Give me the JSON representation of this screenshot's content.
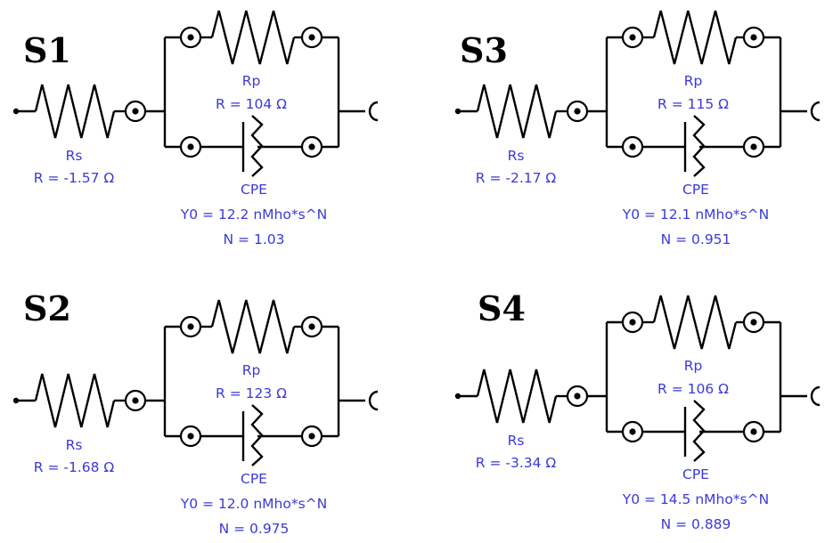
{
  "circuits": [
    {
      "title": "S1",
      "rs_name": "Rs",
      "rs_value": "R = -1.57 Ω",
      "rp_name": "Rp",
      "rp_value": "R = 104 Ω",
      "cpe_name": "CPE",
      "cpe_y0": "Y0 = 12.2 nMho*s^N",
      "cpe_n": "N = 1.03"
    },
    {
      "title": "S3",
      "rs_name": "Rs",
      "rs_value": "R = -2.17 Ω",
      "rp_name": "Rp",
      "rp_value": "R = 115 Ω",
      "cpe_name": "CPE",
      "cpe_y0": "Y0 = 12.1 nMho*s^N",
      "cpe_n": "N = 0.951"
    },
    {
      "title": "S2",
      "rs_name": "Rs",
      "rs_value": "R = -1.68 Ω",
      "rp_name": "Rp",
      "rp_value": "R = 123 Ω",
      "cpe_name": "CPE",
      "cpe_y0": "Y0 = 12.0 nMho*s^N",
      "cpe_n": "N = 0.975"
    },
    {
      "title": "S4",
      "rs_name": "Rs",
      "rs_value": "R = -3.34 Ω",
      "rp_name": "Rp",
      "rp_value": "R = 106 Ω",
      "cpe_name": "CPE",
      "cpe_y0": "Y0 = 14.5 nMho*s^N",
      "cpe_n": "N = 0.889"
    }
  ],
  "colors": {
    "wire": "#000000",
    "label": "#3a3ad6",
    "title": "#000000"
  }
}
